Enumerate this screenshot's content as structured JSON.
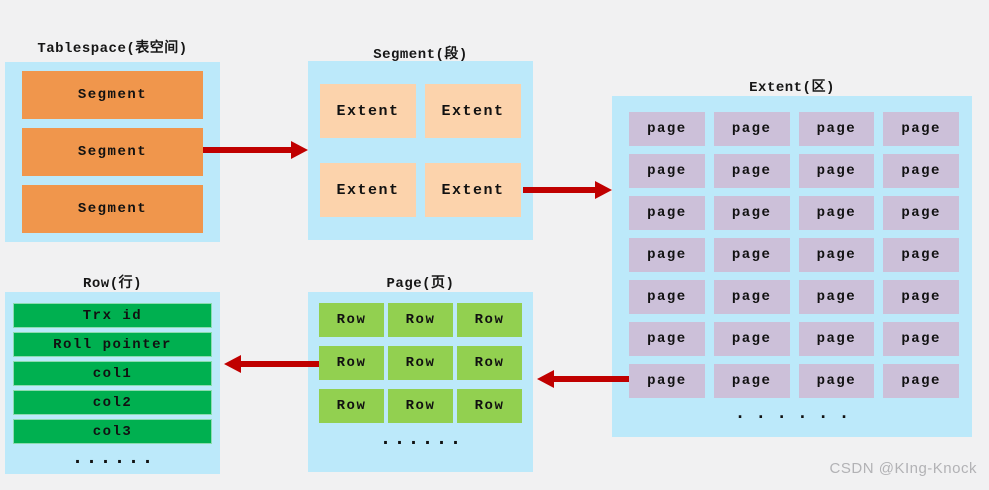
{
  "colors": {
    "background": "#f1f1f2",
    "panel-blue": "#bce9fa",
    "segment-orange": "#f0964c",
    "extent-peach": "#fcd3ac",
    "page-lavender": "#ccc0d9",
    "row-light-green": "#92d050",
    "field-green": "#00b050",
    "arrow-red": "#c00000",
    "watermark-gray": "#b2b2b5"
  },
  "tablespace": {
    "title": "Tablespace(表空间)",
    "items": [
      "Segment",
      "Segment",
      "Segment"
    ]
  },
  "segment": {
    "title": "Segment(段)",
    "items": [
      "Extent",
      "Extent",
      "Extent",
      "Extent"
    ]
  },
  "extent": {
    "title": "Extent(区)",
    "cells": [
      "page",
      "page",
      "page",
      "page",
      "page",
      "page",
      "page",
      "page",
      "page",
      "page",
      "page",
      "page",
      "page",
      "page",
      "page",
      "page",
      "page",
      "page",
      "page",
      "page",
      "page",
      "page",
      "page",
      "page",
      "page",
      "page",
      "page",
      "page"
    ],
    "ellipsis": "......"
  },
  "page": {
    "title": "Page(页)",
    "cells": [
      "Row",
      "Row",
      "Row",
      "Row",
      "Row",
      "Row",
      "Row",
      "Row",
      "Row"
    ],
    "ellipsis": "......"
  },
  "row": {
    "title": "Row(行)",
    "items": [
      "Trx id",
      "Roll pointer",
      "col1",
      "col2",
      "col3"
    ],
    "ellipsis": "......"
  },
  "watermark": "CSDN @KIng-Knock"
}
